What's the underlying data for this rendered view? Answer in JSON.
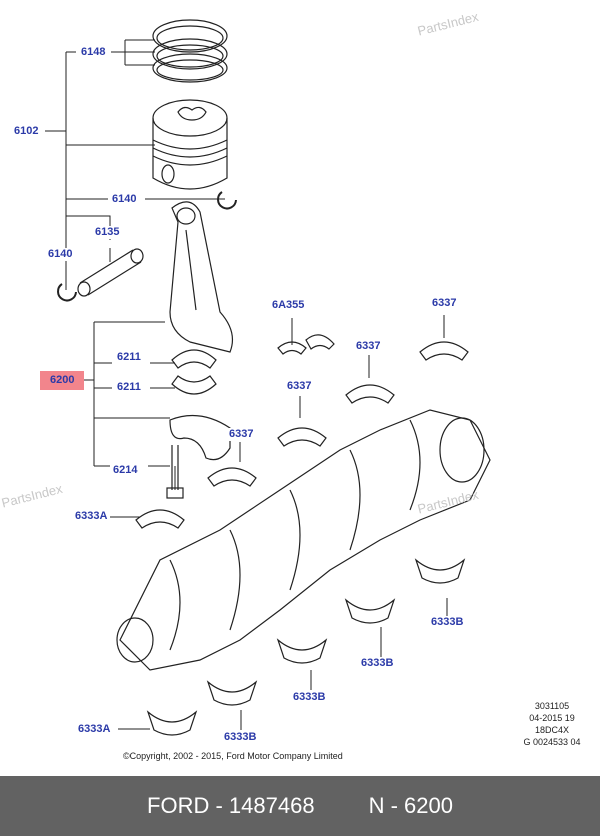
{
  "watermark": "PartsIndex",
  "callouts": {
    "c6148": "6148",
    "c6102": "6102",
    "c6140a": "6140",
    "c6135": "6135",
    "c6140b": "6140",
    "c6200": "6200",
    "c6211a": "6211",
    "c6211b": "6211",
    "c6214": "6214",
    "c6A355": "6A355",
    "c6337a": "6337",
    "c6337b": "6337",
    "c6337c": "6337",
    "c6337d": "6337",
    "c6333Aa": "6333A",
    "c6333Ab": "6333A",
    "c6333Ba": "6333B",
    "c6333Bb": "6333B",
    "c6333Bc": "6333B",
    "c6333Bd": "6333B"
  },
  "highlight_color": "#f2858c",
  "meta": [
    "3031105",
    "04-2015 19",
    "18DC4X",
    "G 0024533 04"
  ],
  "copyright": "©Copyright, 2002 - 2015, Ford Motor Company Limited",
  "footer": {
    "brand": "FORD - 1487468",
    "number": "N - 6200"
  }
}
